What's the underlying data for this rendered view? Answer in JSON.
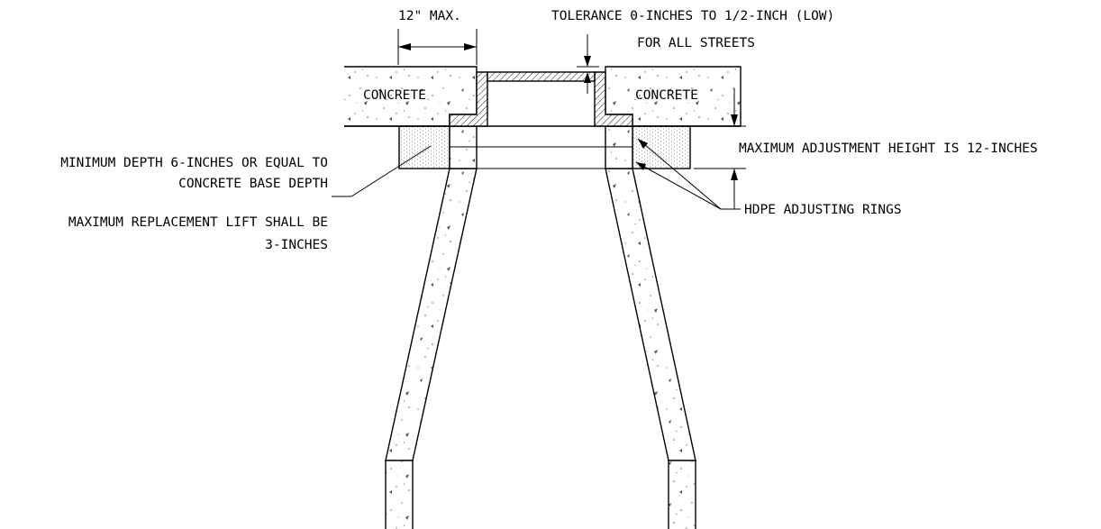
{
  "labels": {
    "twelve_max": "12\" MAX.",
    "tolerance_line1": "TOLERANCE 0-INCHES TO 1/2-INCH (LOW)",
    "tolerance_line2": "FOR ALL STREETS",
    "concrete_left": "CONCRETE",
    "concrete_right": "CONCRETE",
    "max_adjust": "MAXIMUM ADJUSTMENT HEIGHT IS 12-INCHES",
    "hdpe": "HDPE ADJUSTING RINGS",
    "min_depth_line1": "MINIMUM DEPTH 6-INCHES OR EQUAL TO",
    "min_depth_line2": "CONCRETE BASE DEPTH",
    "max_lift_line1": "MAXIMUM REPLACEMENT LIFT SHALL BE",
    "max_lift_line2": "3-INCHES"
  }
}
